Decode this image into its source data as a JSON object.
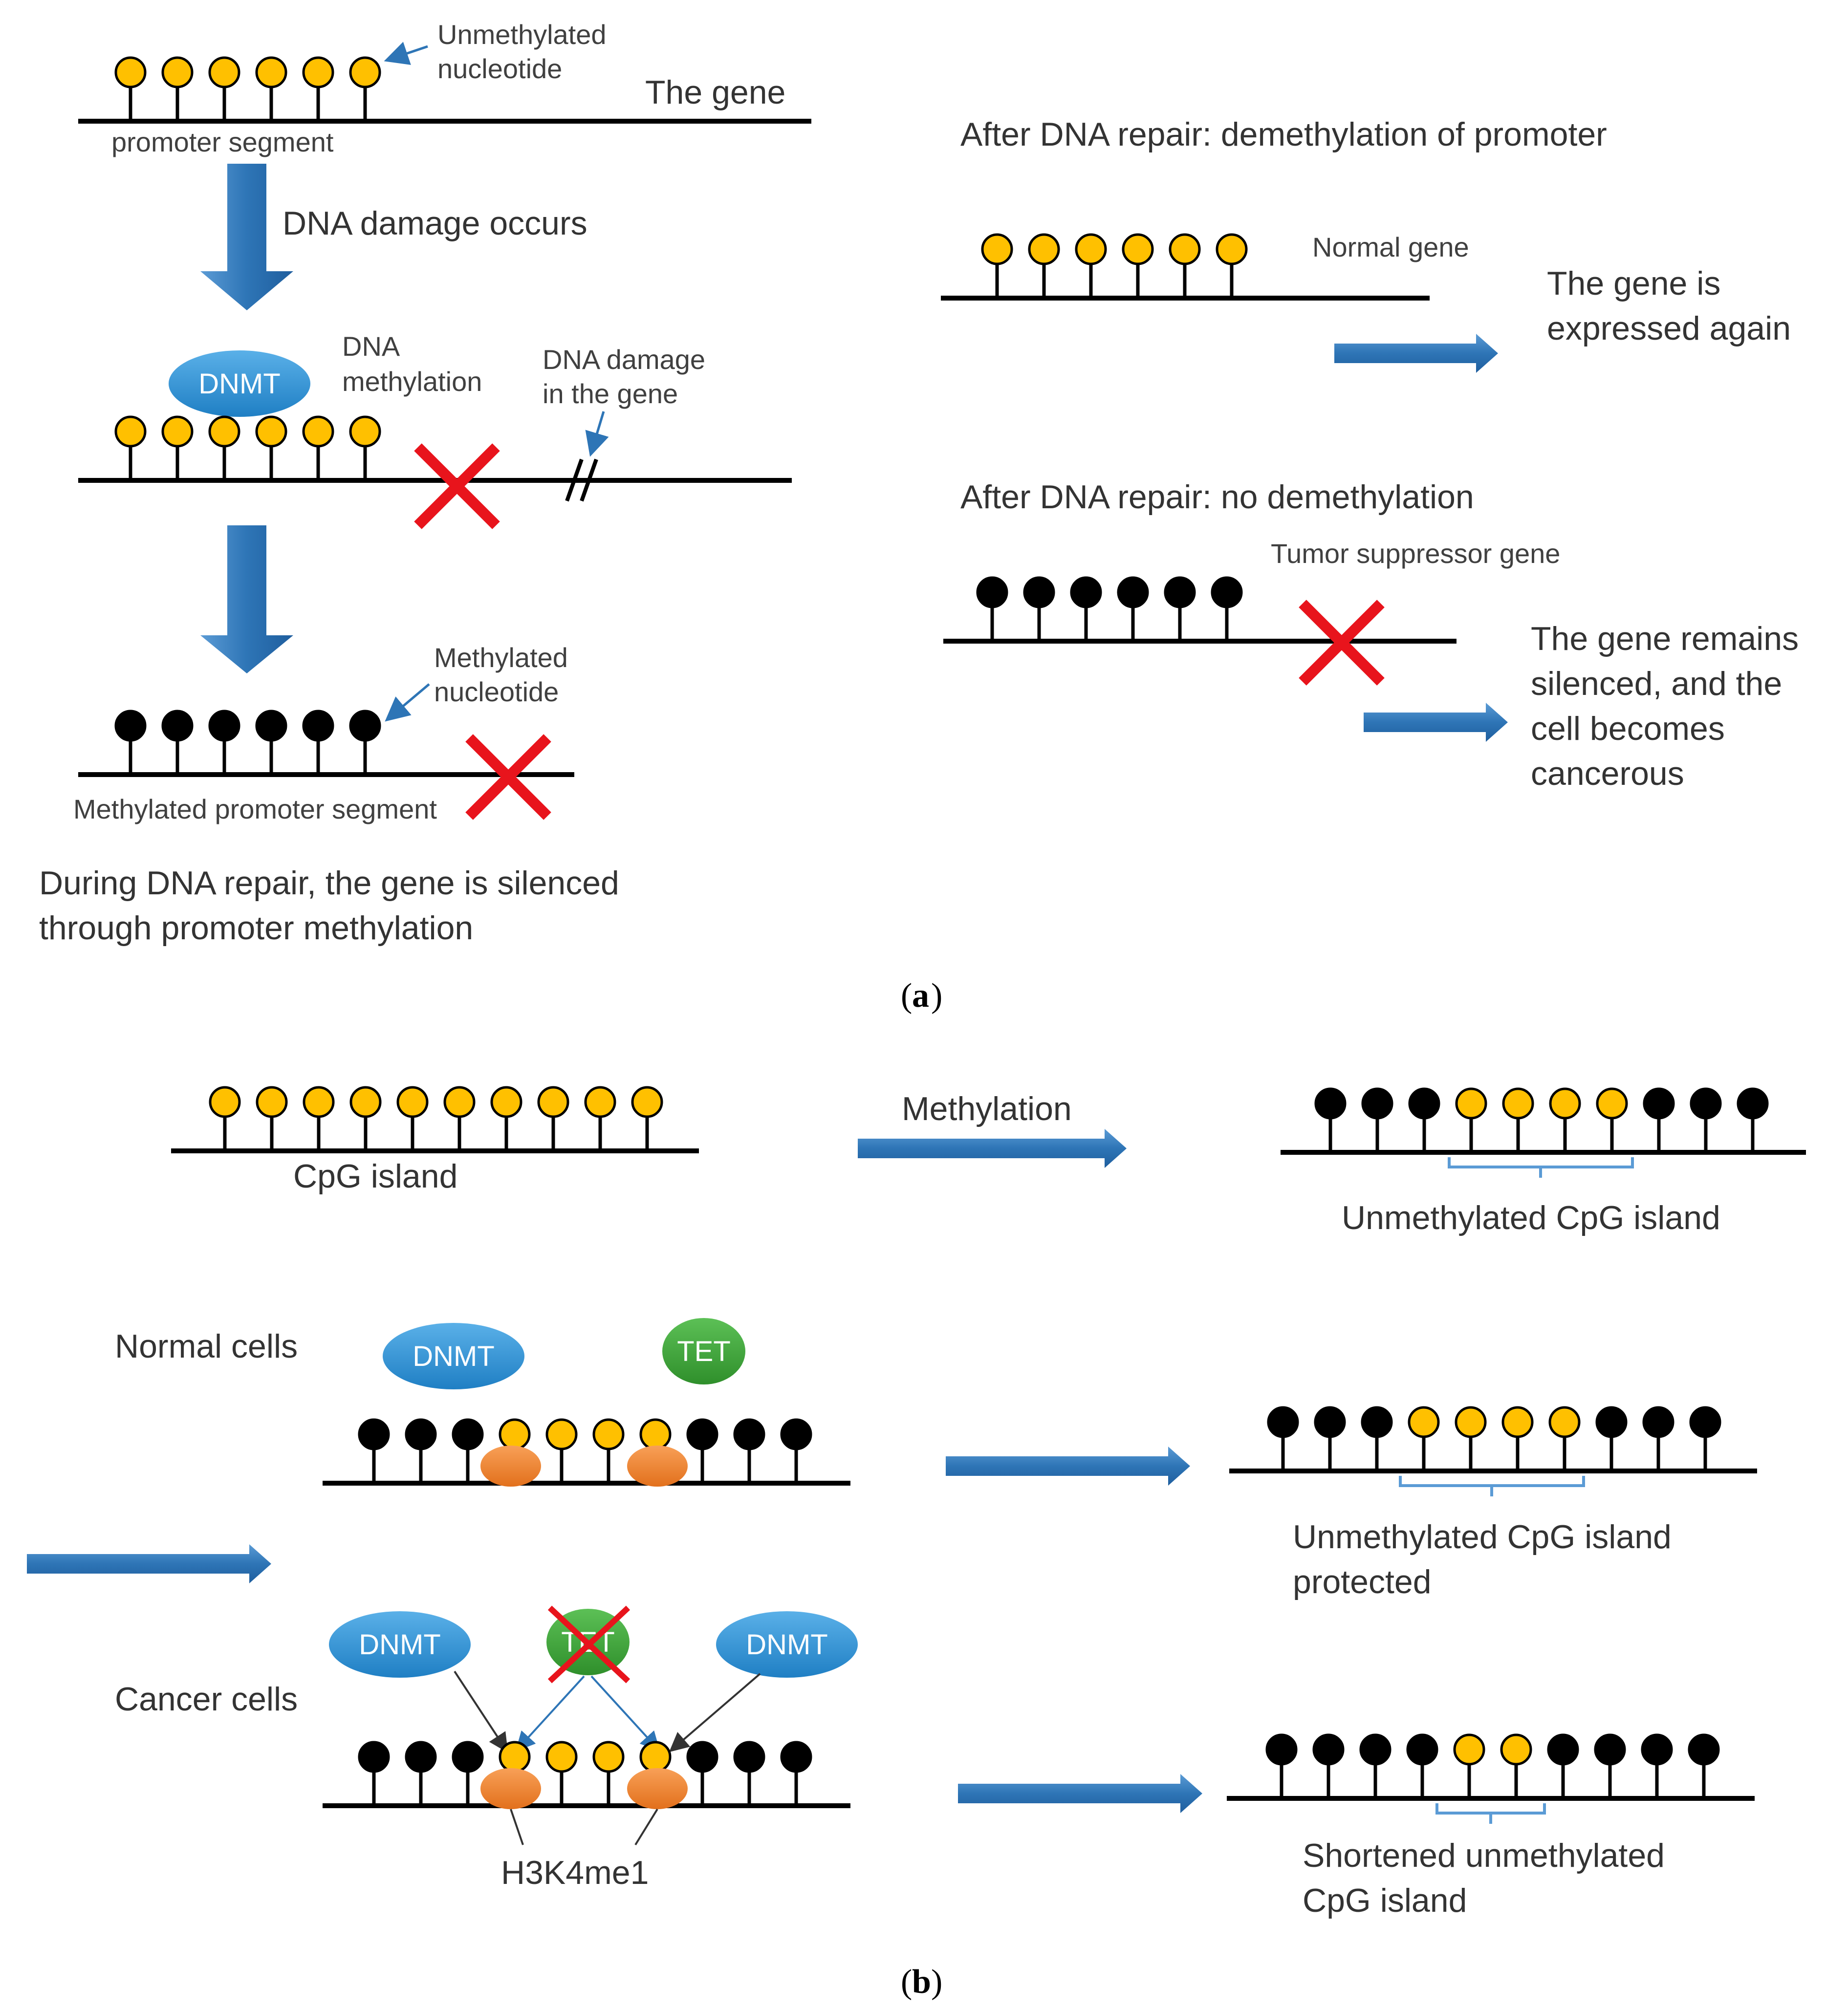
{
  "figure": {
    "panel_a": {
      "label": "a",
      "the_gene": "The gene",
      "unmethylated_nucleotide": [
        "Unmethylated",
        "nucleotide"
      ],
      "promoter_segment": "promoter segment",
      "dna_damage_occurs": "DNA damage occurs",
      "dnmt": "DNMT",
      "dna_methylation": [
        "DNA",
        "methylation"
      ],
      "dna_damage_in_gene": [
        "DNA damage",
        "in the gene"
      ],
      "methylated_nucleotide": [
        "Methylated",
        "nucleotide"
      ],
      "methylated_promoter_segment": "Methylated promoter segment",
      "repair_silenced": [
        "During DNA repair, the gene is silenced",
        "through promoter methylation"
      ],
      "after_repair_demethylation": "After DNA repair: demethylation of promoter",
      "normal_gene": "Normal gene",
      "expressed_again": [
        "The gene is",
        "expressed again"
      ],
      "after_repair_no_demethylation": "After DNA repair: no demethylation",
      "tumor_suppressor_gene": "Tumor suppressor gene",
      "remains_silenced": [
        "The gene remains",
        "silenced, and the",
        "cell becomes",
        "cancerous"
      ]
    },
    "panel_b": {
      "label": "b",
      "cpg_island": "CpG island",
      "methylation": "Methylation",
      "unmethylated_cpg_island": "Unmethylated CpG island",
      "normal_cells": "Normal cells",
      "dnmt": "DNMT",
      "tet": "TET",
      "unmethylated_cpg_island_protected": [
        "Unmethylated CpG island",
        "protected"
      ],
      "cancer_cells": "Cancer cells",
      "h3k4me1": "H3K4me1",
      "shortened_unmethylated": [
        "Shortened unmethylated",
        "CpG island"
      ]
    },
    "colors": {
      "unmethylated": "#FFC000",
      "methylated": "#000000",
      "arrow": "#2E75B6",
      "dnmt": "#2E8FD1",
      "tet": "#44A840",
      "histone": "#F07F2A",
      "cross": "#E8141C",
      "bracket": "#5B9BD5"
    }
  }
}
